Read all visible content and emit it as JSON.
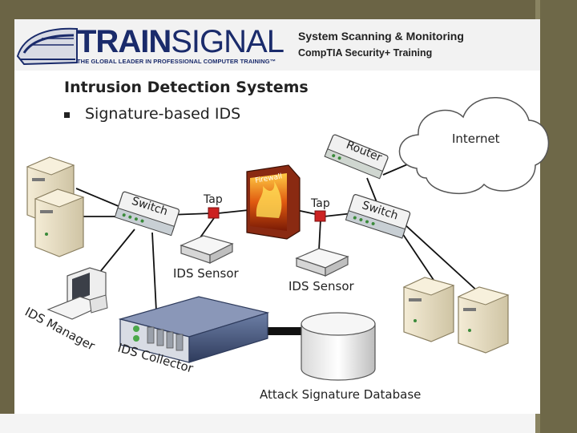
{
  "header": {
    "logo": "TRAINSIGNAL",
    "logo_part1": "TRAIN",
    "logo_part2": "SIGNAL",
    "tagline": "THE GLOBAL LEADER IN PROFESSIONAL COMPUTER TRAINING™",
    "course_title": "System Scanning & Monitoring",
    "course_subtitle": "CompTIA Security+  Training"
  },
  "slide": {
    "title": "Intrusion Detection Systems",
    "bullet": "Signature-based IDS"
  },
  "diagram": {
    "internet": "Internet",
    "router": "Router",
    "switch_left": "Switch",
    "switch_right": "Switch",
    "tap_left": "Tap",
    "tap_right": "Tap",
    "firewall": "Firewall",
    "ids_sensor_left": "IDS Sensor",
    "ids_sensor_right": "IDS Sensor",
    "ids_manager": "IDS Manager",
    "ids_collector": "IDS Collector",
    "database": "Attack Signature Database"
  },
  "colors": {
    "logo_blue": "#1a2b6b",
    "tap_red": "#cc2222",
    "server_beige": "#e8dcc0",
    "frame_olive": "#6e6848"
  }
}
